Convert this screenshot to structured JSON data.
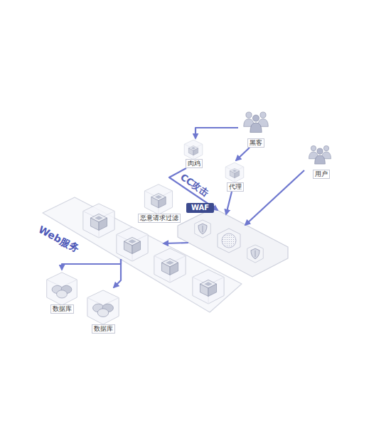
{
  "diagram": {
    "nodes": [
      {
        "text": [
          "黑客"
        ]
      },
      {
        "text": [
          "肉鸡"
        ]
      },
      {
        "text": [
          "代理"
        ]
      },
      {
        "text": [
          "用户"
        ]
      },
      {
        "text": [
          "恶意请求过滤"
        ]
      },
      {
        "text": [
          "WAF"
        ]
      },
      {
        "text": [
          "Web服务"
        ]
      },
      {
        "text": [
          "数据库"
        ]
      },
      {
        "text": [
          "数据库"
        ]
      }
    ],
    "edges": [
      {
        "from": 0,
        "to": 1,
        "arrow": "to"
      },
      {
        "from": 0,
        "to": 2,
        "arrow": "to"
      },
      {
        "from": 1,
        "to": 5,
        "label": "CC攻击",
        "arrow": "to"
      },
      {
        "from": 2,
        "to": 5,
        "arrow": "to"
      },
      {
        "from": 3,
        "to": 5,
        "arrow": "to"
      },
      {
        "from": 5,
        "to": 6,
        "arrow": "to"
      },
      {
        "from": 6,
        "to": 7,
        "arrow": "to"
      },
      {
        "from": 6,
        "to": 8,
        "arrow": "to"
      }
    ]
  }
}
